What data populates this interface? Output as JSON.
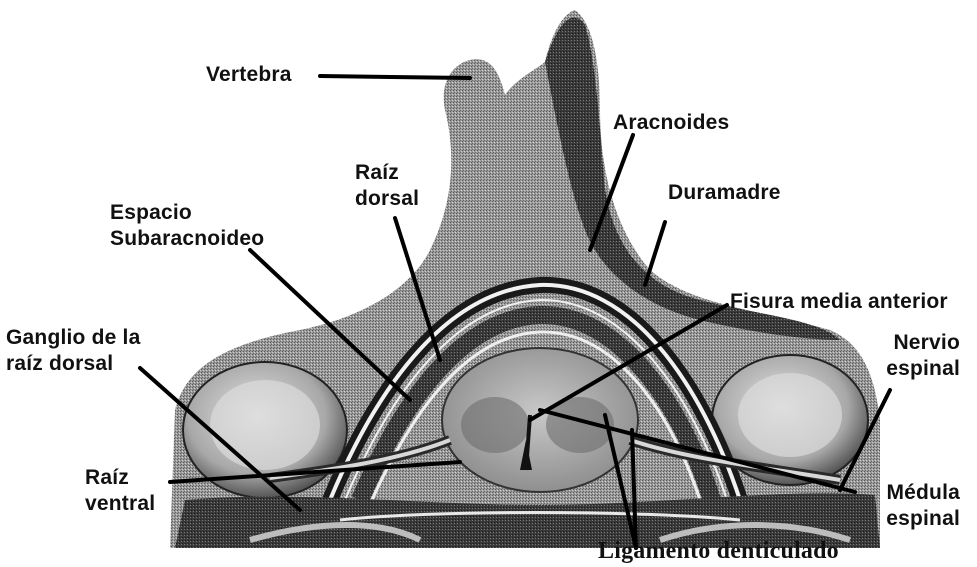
{
  "diagram": {
    "labels": {
      "vertebra": "Vertebra",
      "aracnoides": "Aracnoides",
      "duramadre": "Duramadre",
      "raiz_dorsal": [
        "Raíz",
        "dorsal"
      ],
      "espacio_subaracnoideo": [
        "Espacio",
        "Subaracnoideo"
      ],
      "fisura_media_anterior": "Fisura media anterior",
      "ganglio_raiz_dorsal": [
        "Ganglio de la",
        "raíz dorsal"
      ],
      "nervio_espinal": [
        "Nervio",
        "espinal"
      ],
      "raiz_ventral": [
        "Raíz",
        "ventral"
      ],
      "medula_espinal": [
        "Médula",
        "espinal"
      ],
      "ligamento_denticulado": "Ligamento denticulado"
    }
  }
}
